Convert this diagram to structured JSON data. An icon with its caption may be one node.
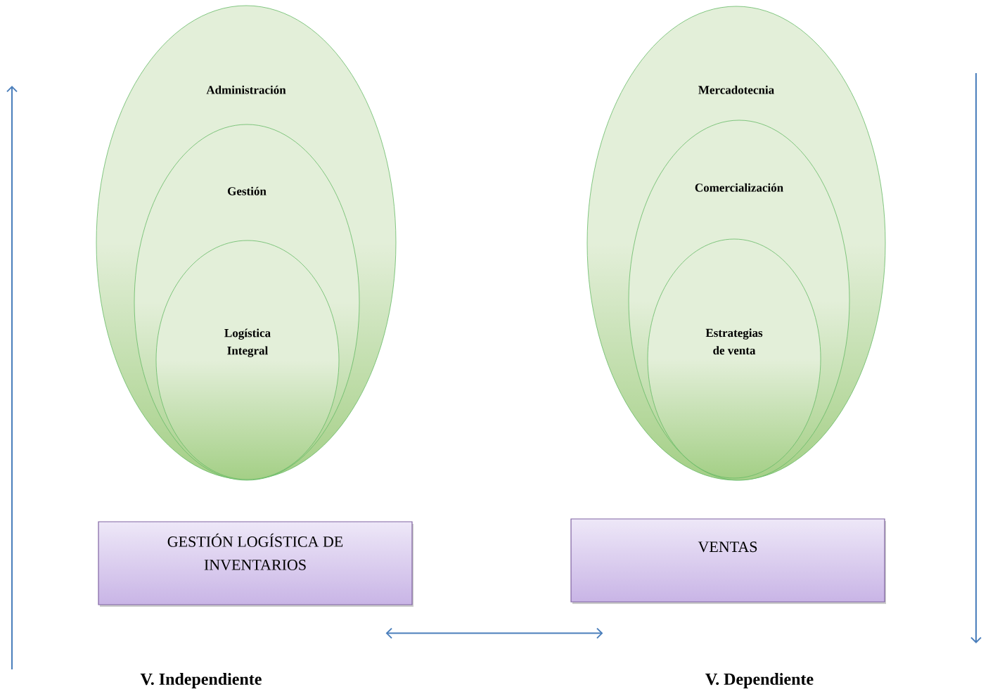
{
  "diagram": {
    "nodes": [
      {
        "text": [
          "Administración"
        ]
      },
      {
        "text": [
          "Gestión"
        ],
        "in": 0
      },
      {
        "text": [
          "Logística Integral"
        ],
        "in": 1
      },
      {
        "text": [
          "Mercadotecnia"
        ]
      },
      {
        "text": [
          "Comercialización"
        ],
        "in": 3
      },
      {
        "text": [
          "Estrategias de venta"
        ],
        "in": 4
      },
      {
        "text": [
          "GESTIÓN LOGÍSTICA DE INVENTARIOS"
        ]
      },
      {
        "text": [
          "VENTAS"
        ]
      }
    ],
    "edges": [
      {
        "from": 6,
        "to": 7,
        "arrow": "both"
      }
    ],
    "labels": [
      "V. Independiente",
      "V. Dependiente"
    ]
  }
}
